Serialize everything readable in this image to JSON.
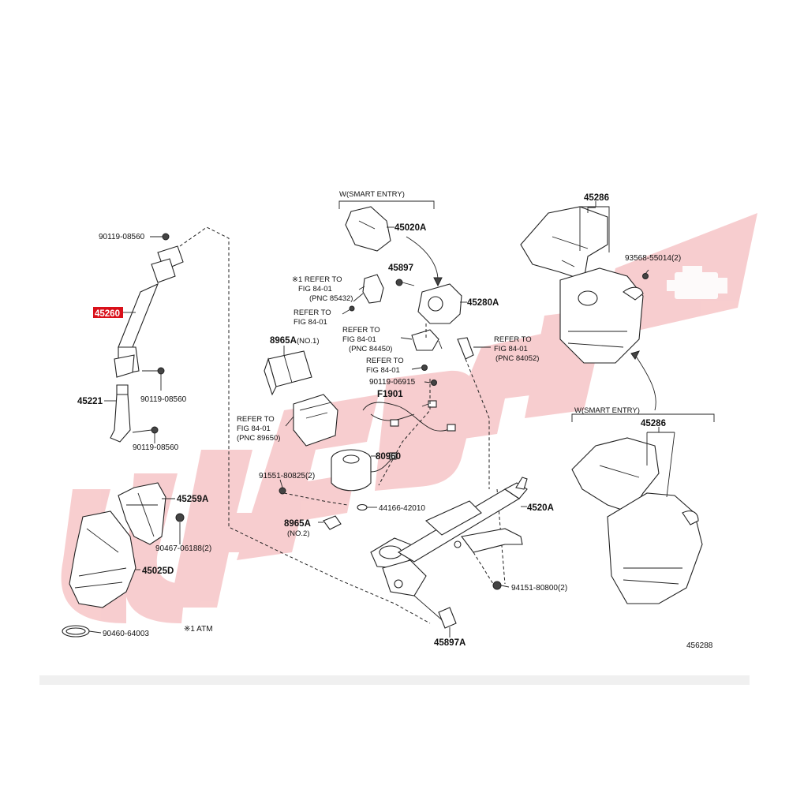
{
  "diagram": {
    "labels": {
      "p45260": "45260",
      "p90119_08560_a": "90119-08560",
      "p90119_08560_b": "90119-08560",
      "p90119_08560_c": "90119-08560",
      "p45221": "45221",
      "p45259A": "45259A",
      "p90467": "90467-06188(2)",
      "p45025D": "45025D",
      "p90460": "90460-64003",
      "note_atm": "※1 ATM",
      "smart_entry_top": "W(SMART ENTRY)",
      "p45020A": "45020A",
      "p45897": "45897",
      "p45280A": "45280A",
      "ref1_line1": "※1 REFER TO",
      "ref1_line2": "FIG 84-01",
      "ref1_line3": "(PNC 85432)",
      "ref2_line1": "REFER TO",
      "ref2_line2": "FIG 84-01",
      "ref3_line1": "REFER TO",
      "ref3_line2": "FIG 84-01",
      "ref3_line3": "(PNC 84450)",
      "ref4_line1": "REFER TO",
      "ref4_line2": "FIG 84-01",
      "ref4_line3": "(PNC 84052)",
      "ref5_line1": "REFER TO",
      "ref5_line2": "FIG 84-01",
      "p90119_06915": "90119-06915",
      "pF1901": "F1901",
      "p8965A_no1": "8965A",
      "no1": "(NO.1)",
      "ref6_line1": "REFER TO",
      "ref6_line2": "FIG 84-01",
      "ref6_line3": "(PNC 89650)",
      "p80960": "80960",
      "p91551": "91551-80825(2)",
      "p44166": "44166-42010",
      "p8965A_no2": "8965A",
      "no2": "(NO.2)",
      "p4520A": "4520A",
      "p94151": "94151-80800(2)",
      "p45897A": "45897A",
      "p45286_top": "45286",
      "p93568": "93568-55014(2)",
      "smart_entry_bottom": "W(SMART ENTRY)",
      "p45286_bottom": "45286",
      "fig_no": "456288"
    },
    "highlight_color": "#d9101a",
    "watermark_color": "#f2a5a8"
  }
}
